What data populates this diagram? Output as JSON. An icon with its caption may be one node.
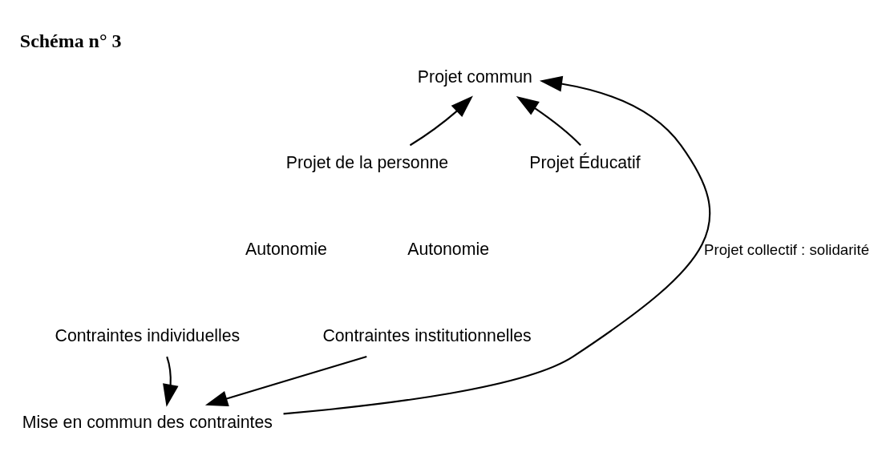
{
  "diagram": {
    "title": "Schéma n° 3",
    "nodes": [
      {
        "text": [
          "Projet commun"
        ]
      },
      {
        "text": [
          "Projet de la personne"
        ]
      },
      {
        "text": [
          "Contraintes individuelles"
        ]
      },
      {
        "text": [
          "Projet Éducatif"
        ]
      },
      {
        "text": [
          "Contraintes institutionnelles"
        ]
      },
      {
        "text": [
          "Mise en commun des contraintes"
        ]
      }
    ],
    "edges": [
      {
        "from": 1,
        "to": 0,
        "arrow": "to"
      },
      {
        "from": 3,
        "to": 0,
        "arrow": "to"
      },
      {
        "from": 5,
        "to": 0,
        "arrow": "to",
        "label": "Projet collectif : solidarité"
      },
      {
        "from": 2,
        "to": 5,
        "arrow": "to"
      },
      {
        "from": 4,
        "to": 5,
        "arrow": "to"
      }
    ],
    "labels": [
      "Autonomie",
      "Autonomie"
    ]
  }
}
